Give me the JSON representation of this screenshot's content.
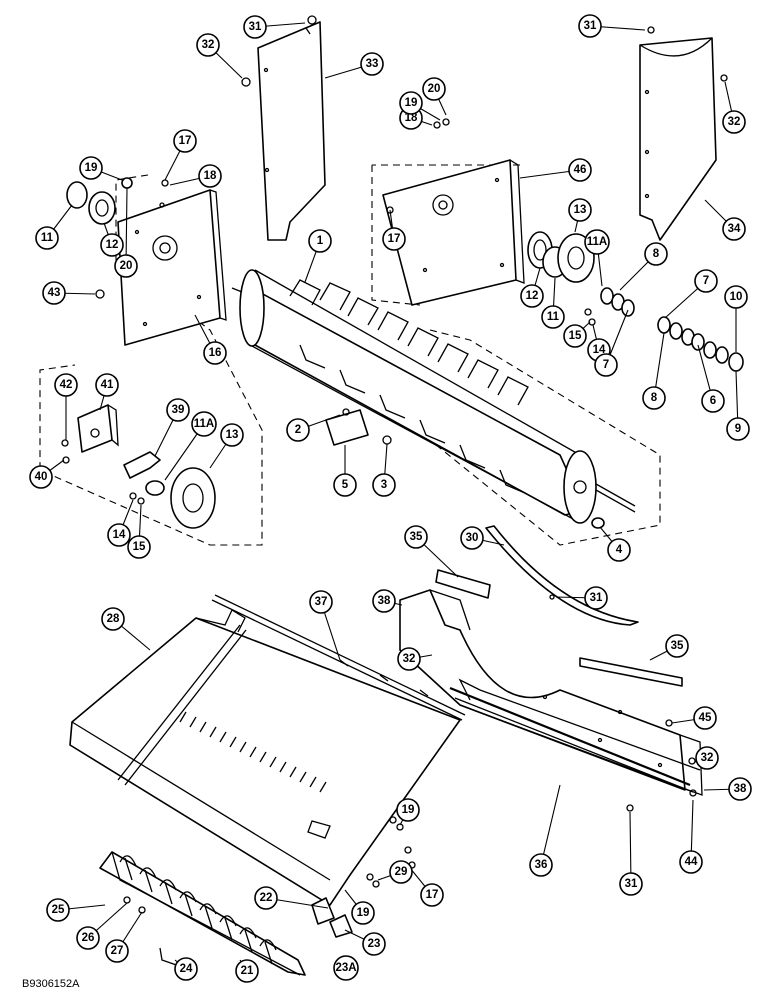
{
  "drawing_number": "B9306152A",
  "callouts": [
    {
      "label": "31"
    },
    {
      "label": "32"
    },
    {
      "label": "33"
    },
    {
      "label": "31"
    },
    {
      "label": "32"
    },
    {
      "label": "34"
    },
    {
      "label": "18"
    },
    {
      "label": "19"
    },
    {
      "label": "20"
    },
    {
      "label": "46"
    },
    {
      "label": "17"
    },
    {
      "label": "19"
    },
    {
      "label": "18"
    },
    {
      "label": "11"
    },
    {
      "label": "12"
    },
    {
      "label": "20"
    },
    {
      "label": "43"
    },
    {
      "label": "16"
    },
    {
      "label": "1"
    },
    {
      "label": "17"
    },
    {
      "label": "13"
    },
    {
      "label": "12"
    },
    {
      "label": "11"
    },
    {
      "label": "11A"
    },
    {
      "label": "8"
    },
    {
      "label": "15"
    },
    {
      "label": "14"
    },
    {
      "label": "7"
    },
    {
      "label": "7"
    },
    {
      "label": "10"
    },
    {
      "label": "8"
    },
    {
      "label": "6"
    },
    {
      "label": "9"
    },
    {
      "label": "42"
    },
    {
      "label": "41"
    },
    {
      "label": "39"
    },
    {
      "label": "11A"
    },
    {
      "label": "13"
    },
    {
      "label": "40"
    },
    {
      "label": "14"
    },
    {
      "label": "15"
    },
    {
      "label": "2"
    },
    {
      "label": "5"
    },
    {
      "label": "3"
    },
    {
      "label": "4"
    },
    {
      "label": "35"
    },
    {
      "label": "30"
    },
    {
      "label": "38"
    },
    {
      "label": "31"
    },
    {
      "label": "37"
    },
    {
      "label": "28"
    },
    {
      "label": "32"
    },
    {
      "label": "35"
    },
    {
      "label": "45"
    },
    {
      "label": "32"
    },
    {
      "label": "38"
    },
    {
      "label": "36"
    },
    {
      "label": "44"
    },
    {
      "label": "31"
    },
    {
      "label": "19"
    },
    {
      "label": "29"
    },
    {
      "label": "17"
    },
    {
      "label": "19"
    },
    {
      "label": "22"
    },
    {
      "label": "23"
    },
    {
      "label": "25"
    },
    {
      "label": "26"
    },
    {
      "label": "27"
    },
    {
      "label": "24"
    },
    {
      "label": "21"
    },
    {
      "label": "23A"
    }
  ]
}
